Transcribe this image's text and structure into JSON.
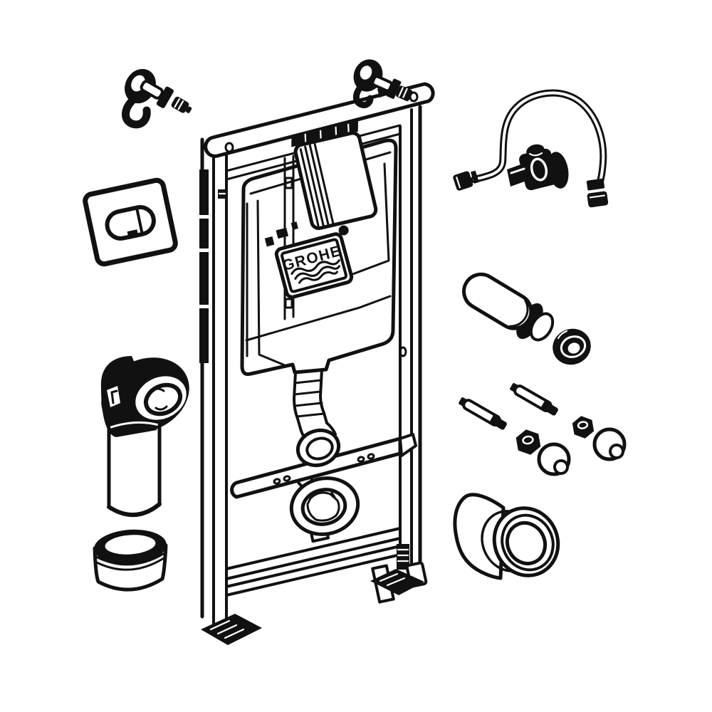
{
  "document": {
    "type": "exploded-parts-line-diagram",
    "background_color": "#ffffff",
    "line_color": "#111111"
  },
  "logo": {
    "text": "GROHE"
  },
  "parts": [
    {
      "name": "wall-anchor-bolt"
    },
    {
      "name": "flush-actuation-plate"
    },
    {
      "name": "mounting-frame"
    },
    {
      "name": "concealed-cistern"
    },
    {
      "name": "inspection-shaft"
    },
    {
      "name": "brand-plate"
    },
    {
      "name": "flush-bend"
    },
    {
      "name": "waste-outlet-bracket"
    },
    {
      "name": "frame-anchor-bracket"
    },
    {
      "name": "water-supply-hose"
    },
    {
      "name": "angle-valve"
    },
    {
      "name": "flush-pipe"
    },
    {
      "name": "seal-ring"
    },
    {
      "name": "threaded-rod"
    },
    {
      "name": "hex-nut"
    },
    {
      "name": "cover-cap"
    },
    {
      "name": "outlet-connector"
    },
    {
      "name": "waste-elbow"
    },
    {
      "name": "wall-collar"
    }
  ]
}
